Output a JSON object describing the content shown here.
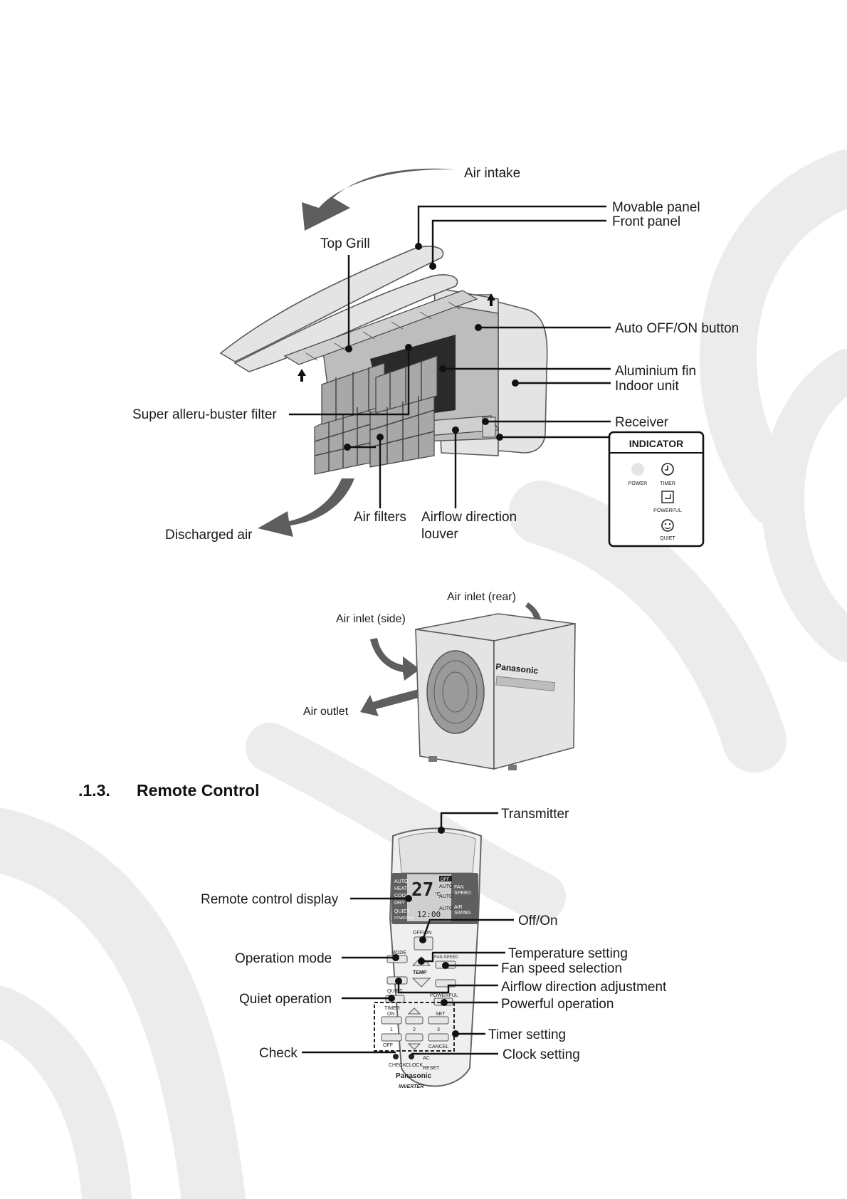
{
  "indoor": {
    "air_intake": "Air intake",
    "movable_panel": "Movable panel",
    "front_panel": "Front panel",
    "top_grill": "Top Grill",
    "auto_off_on_button": "Auto OFF/ON button",
    "aluminium_fin": "Aluminium fin",
    "indoor_unit": "Indoor unit",
    "super_filter": "Super alleru-buster filter",
    "receiver": "Receiver",
    "air_filters": "Air filters",
    "louver_line1": "Airflow direction",
    "louver_line2": "louver",
    "discharged_air": "Discharged air"
  },
  "indicator": {
    "title": "INDICATOR",
    "power": "POWER",
    "timer": "TIMER",
    "powerful": "POWERFUL",
    "quiet": "QUIET"
  },
  "outdoor": {
    "air_inlet_rear": "Air inlet (rear)",
    "air_inlet_side": "Air inlet (side)",
    "air_outlet": "Air outlet",
    "brand": "Panasonic"
  },
  "section": {
    "number": ".1.3.",
    "title": "Remote Control"
  },
  "remote": {
    "transmitter": "Transmitter",
    "display": "Remote control display",
    "off_on": "Off/On",
    "operation_mode": "Operation mode",
    "temperature_setting": "Temperature setting",
    "fan_speed_selection": "Fan speed selection",
    "airflow_adjustment": "Airflow direction adjustment",
    "quiet_operation": "Quiet operation",
    "powerful_operation": "Powerful operation",
    "timer_setting": "Timer setting",
    "check": "Check",
    "clock_setting": "Clock setting"
  },
  "remote_face": {
    "modes": [
      "AUTO",
      "HEAT",
      "COOL",
      "DRY"
    ],
    "temp_value": "27",
    "temp_unit": "°C",
    "off_tag": "OFF",
    "auto1": "AUTO",
    "auto2": "AUTO",
    "auto3": "AUTO",
    "fan": "FAN",
    "speed": "SPEED",
    "air": "AIR",
    "swing": "SWING",
    "quiet": "QUIET",
    "powerful": "POWERFUL",
    "time": "12:00",
    "off_on_btn": "OFF/ON",
    "mode_btn": "MODE",
    "fan_speed_btn": "FAN SPEED",
    "temp_btn": "TEMP",
    "quiet_btn": "QUIET",
    "powerful_btn": "POWERFUL",
    "timer": "TIMER",
    "on": "ON",
    "off": "OFF",
    "set": "SET",
    "cancel": "CANCEL",
    "num1": "1",
    "num2": "2",
    "num3": "3",
    "check": "CHECK",
    "clock": "CLOCK",
    "ac": "AC",
    "reset": "RESET",
    "brand": "Panasonic",
    "inverter": "INVERTER"
  }
}
